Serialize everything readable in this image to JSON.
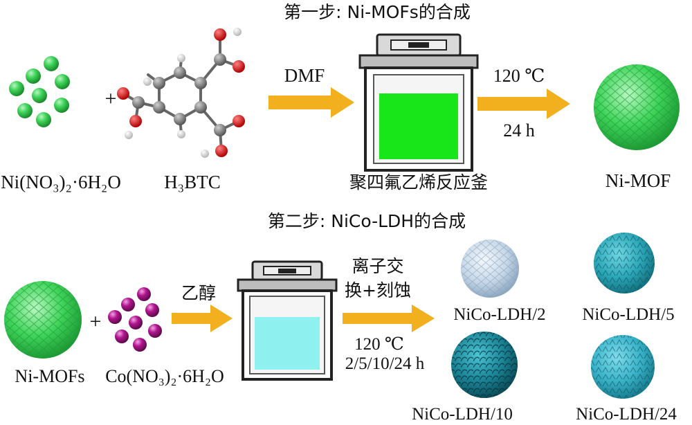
{
  "step1": {
    "title": "第一步: Ni-MOFs的合成",
    "reagent_ni": "Ni(NO₃)₂·6H₂O",
    "reagent_btc": "H₃BTC",
    "plus": "+",
    "solvent": "DMF",
    "reactor": "聚四氟乙烯反应釜",
    "temperature": "120 ℃",
    "time": "24 h",
    "product": "Ni-MOF"
  },
  "step2": {
    "title": "第二步: NiCo-LDH的合成",
    "reagent_mof": "Ni-MOFs",
    "reagent_co": "Co(NO₃)₂·6H₂O",
    "plus": "+",
    "solvent": "乙醇",
    "process_line1": "离子交",
    "process_line2": "换+刻蚀",
    "temperature": "120 ℃",
    "times": "2/5/10/24 h",
    "products": [
      "NiCo-LDH/2",
      "NiCo-LDH/5",
      "NiCo-LDH/10",
      "NiCo-LDH/24"
    ]
  },
  "colors": {
    "ni_ion": "#35c84f",
    "co_ion": "#b0158f",
    "arrow": "#f2b01e",
    "liquid_dmf": "#19e619",
    "liquid_ethanol": "#8ff0f0",
    "mof_green": "#3fd45a",
    "ldh_2": "#c7d8e8",
    "ldh_5": "#2ba7b8",
    "ldh_10": "#1a8496",
    "ldh_24": "#38b2c8"
  }
}
